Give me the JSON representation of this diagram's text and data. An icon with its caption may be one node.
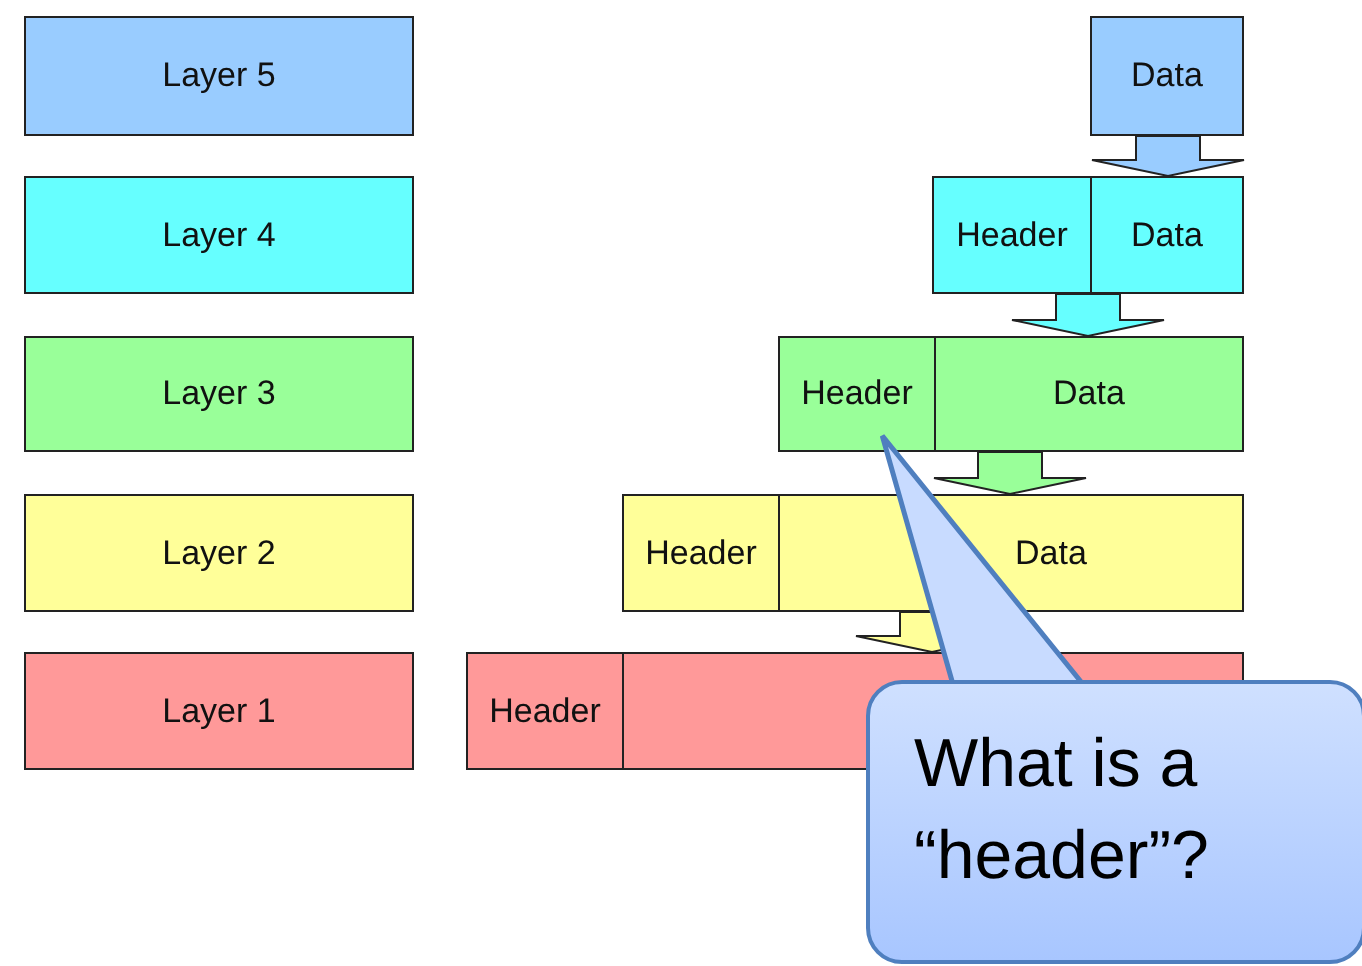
{
  "diagram": {
    "nodes": [
      {
        "text": [
          "Layer 5"
        ]
      },
      {
        "text": [
          "Layer 4"
        ]
      },
      {
        "text": [
          "Layer 3"
        ]
      },
      {
        "text": [
          "Layer 2"
        ]
      },
      {
        "text": [
          "Layer 1"
        ]
      },
      {
        "text": [
          "Data"
        ]
      },
      {
        "text": [
          "Header"
        ]
      },
      {
        "text": [
          "Data"
        ]
      },
      {
        "text": [
          "Header"
        ]
      },
      {
        "text": [
          "Data"
        ]
      },
      {
        "text": [
          "Header"
        ]
      },
      {
        "text": [
          "Data"
        ]
      },
      {
        "text": [
          "Header"
        ]
      },
      {
        "text": [],
        "shape": "box"
      },
      {
        "text": [
          "What is a “header”?"
        ]
      }
    ],
    "edges": [
      {
        "from": 5,
        "to": 7,
        "arrow": "to"
      },
      {
        "from": 7,
        "to": 9,
        "arrow": "to"
      },
      {
        "from": 9,
        "to": 11,
        "arrow": "to"
      },
      {
        "from": 11,
        "to": 13,
        "arrow": "to"
      },
      {
        "from": 14,
        "to": 8,
        "arrow": "to"
      }
    ]
  }
}
